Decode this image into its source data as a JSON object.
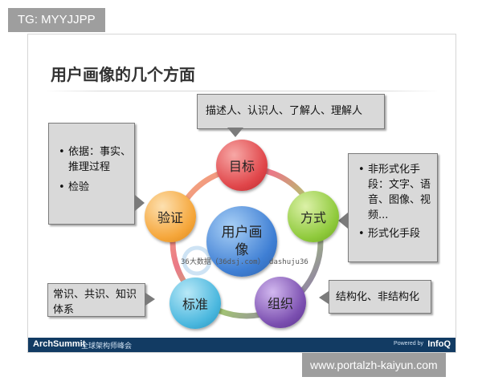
{
  "watermark_top": "TG: MYYJJPP",
  "watermark_bottom": "www.portalzh-kaiyun.com",
  "slide": {
    "title": "用户画像的几个方面",
    "center": "用户画像",
    "nodes": {
      "goal": "目标",
      "method": "方式",
      "organize": "组织",
      "standard": "标准",
      "verify": "验证"
    },
    "callouts": {
      "goal": "描述人、认识人、了解人、理解人",
      "method": [
        "非形式化手段：文字、语音、图像、视频...",
        "形式化手段"
      ],
      "organize": "结构化、非结构化",
      "standard": "常识、共识、知识体系",
      "verify": [
        "依据：事实、推理过程",
        "检验"
      ]
    },
    "watermark_text": "36大数据（36dsj.com）   dashuju36",
    "footer": {
      "brand": "ArchSummit",
      "brand_sub": "全球架构师峰会",
      "powered": "Powered by",
      "infoq": "InfoQ"
    }
  },
  "colors": {
    "goal": "#e0464a",
    "method": "#8fca3c",
    "organize": "#7b4fb0",
    "standard": "#4ab7de",
    "verify": "#f5a63a",
    "center": "#3f7fd4",
    "footer": "#123b63"
  }
}
